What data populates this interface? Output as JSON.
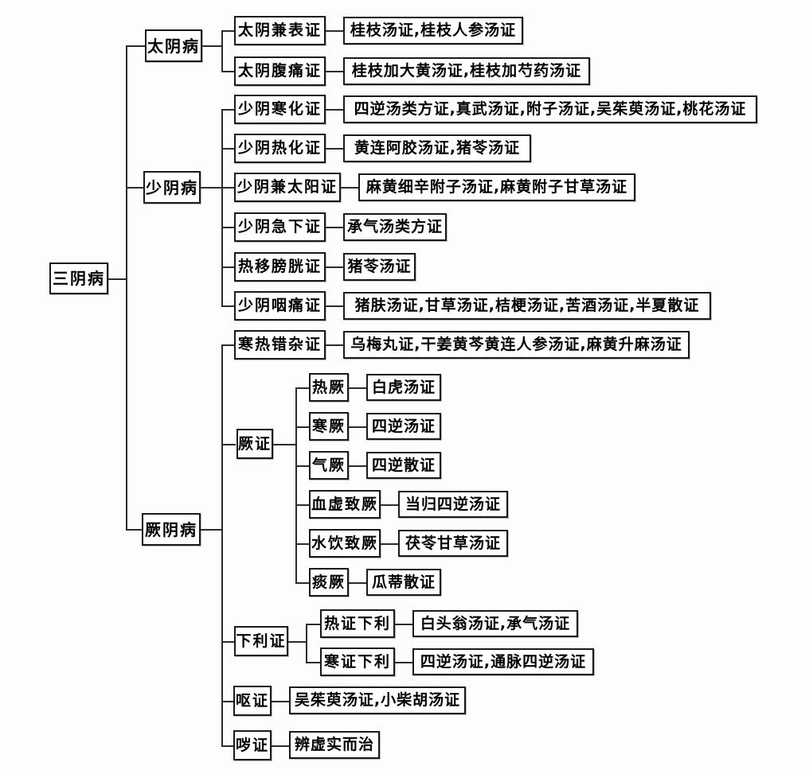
{
  "diagram": {
    "root": {
      "label": "三阴病"
    },
    "branches": [
      {
        "label": "太阴病",
        "children": [
          {
            "label": "太阴兼表证",
            "formulas": "桂枝汤证,桂枝人参汤证"
          },
          {
            "label": "太阴腹痛证",
            "formulas": "桂枝加大黄汤证,桂枝加芍药汤证"
          }
        ]
      },
      {
        "label": "少阴病",
        "children": [
          {
            "label": "少阴寒化证",
            "formulas": "四逆汤类方证,真武汤证,附子汤证,吴茱萸汤证,桃花汤证"
          },
          {
            "label": "少阴热化证",
            "formulas": "黄连阿胶汤证,猪苓汤证"
          },
          {
            "label": "少阴兼太阳证",
            "formulas": "麻黄细辛附子汤证,麻黄附子甘草汤证"
          },
          {
            "label": "少阴急下证",
            "formulas": "承气汤类方证"
          },
          {
            "label": "热移膀胱证",
            "formulas": "猪苓汤证"
          },
          {
            "label": "少阴咽痛证",
            "formulas": "猪肤汤证,甘草汤证,桔梗汤证,苦酒汤证,半夏散证"
          }
        ]
      },
      {
        "label": "厥阴病",
        "children": [
          {
            "label": "寒热错杂证",
            "formulas": "乌梅丸证,干姜黄芩黄连人参汤证,麻黄升麻汤证"
          },
          {
            "label": "厥证",
            "subchildren": [
              {
                "label": "热厥",
                "formulas": "白虎汤证"
              },
              {
                "label": "寒厥",
                "formulas": "四逆汤证"
              },
              {
                "label": "气厥",
                "formulas": "四逆散证"
              },
              {
                "label": "血虚致厥",
                "formulas": "当归四逆汤证"
              },
              {
                "label": "水饮致厥",
                "formulas": "茯苓甘草汤证"
              },
              {
                "label": "痰厥",
                "formulas": "瓜蒂散证"
              }
            ]
          },
          {
            "label": "下利证",
            "subchildren": [
              {
                "label": "热证下利",
                "formulas": "白头翁汤证,承气汤证"
              },
              {
                "label": "寒证下利",
                "formulas": "四逆汤证,通脉四逆汤证"
              }
            ]
          },
          {
            "label": "呕证",
            "formulas": "吴茱萸汤证,小柴胡汤证"
          },
          {
            "label": "哕证",
            "formulas": "辨虚实而治"
          }
        ]
      }
    ]
  }
}
